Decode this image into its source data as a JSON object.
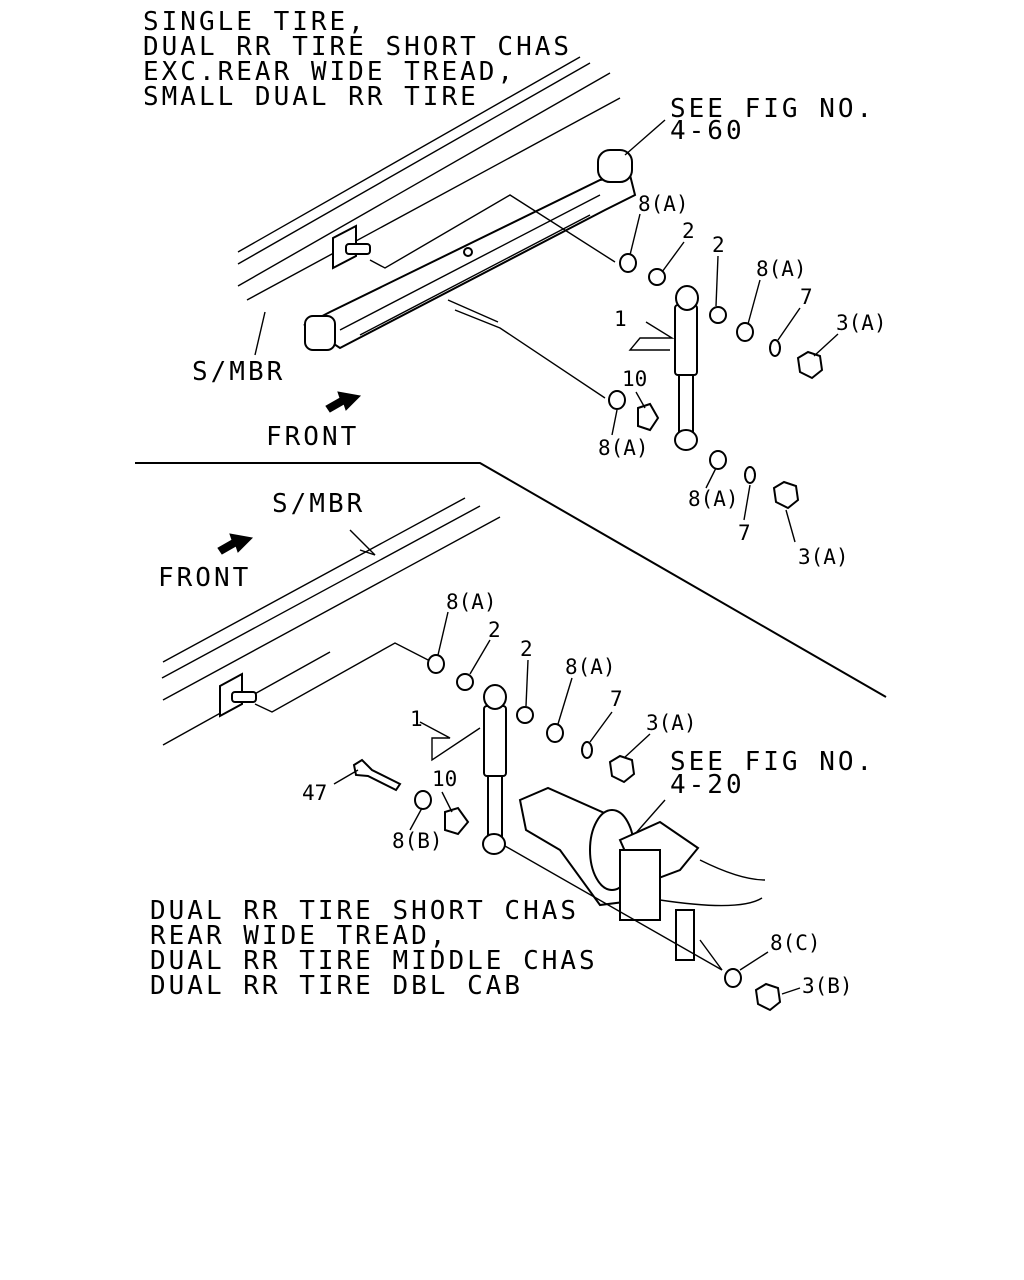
{
  "top_view": {
    "note_lines": [
      "SINGLE TIRE,",
      "DUAL RR TIRE SHORT CHAS",
      "EXC.REAR WIDE TREAD,",
      "SMALL DUAL RR TIRE"
    ],
    "see_fig": [
      "SEE FIG NO.",
      "4-60"
    ],
    "smbr": "S/MBR",
    "front": "FRONT",
    "callouts": {
      "washer_upper_left": "8(A)",
      "bushing_upper_left": "2",
      "bushing_upper_right": "2",
      "washer_upper_right": "8(A)",
      "clip_upper": "7",
      "nut_upper": "3(A)",
      "shock": "1",
      "bushing_lower": "10",
      "washer_lower_left": "8(A)",
      "washer_lower_right": "8(A)",
      "clip_lower": "7",
      "nut_lower": "3(A)"
    }
  },
  "bottom_view": {
    "note_lines": [
      "DUAL RR TIRE SHORT CHAS",
      "REAR WIDE TREAD,",
      "DUAL RR TIRE MIDDLE CHAS",
      "DUAL RR TIRE DBL CAB"
    ],
    "see_fig": [
      "SEE FIG NO.",
      "4-20"
    ],
    "smbr": "S/MBR",
    "front": "FRONT",
    "callouts": {
      "washer_upper_left": "8(A)",
      "bushing_upper_left": "2",
      "bushing_upper_right": "2",
      "washer_upper_right": "8(A)",
      "clip": "7",
      "nut_upper": "3(A)",
      "shock": "1",
      "bushing_lower": "10",
      "bolt": "47",
      "washer_bolt": "8(B)",
      "washer_axle": "8(C)",
      "nut_axle": "3(B)"
    }
  }
}
